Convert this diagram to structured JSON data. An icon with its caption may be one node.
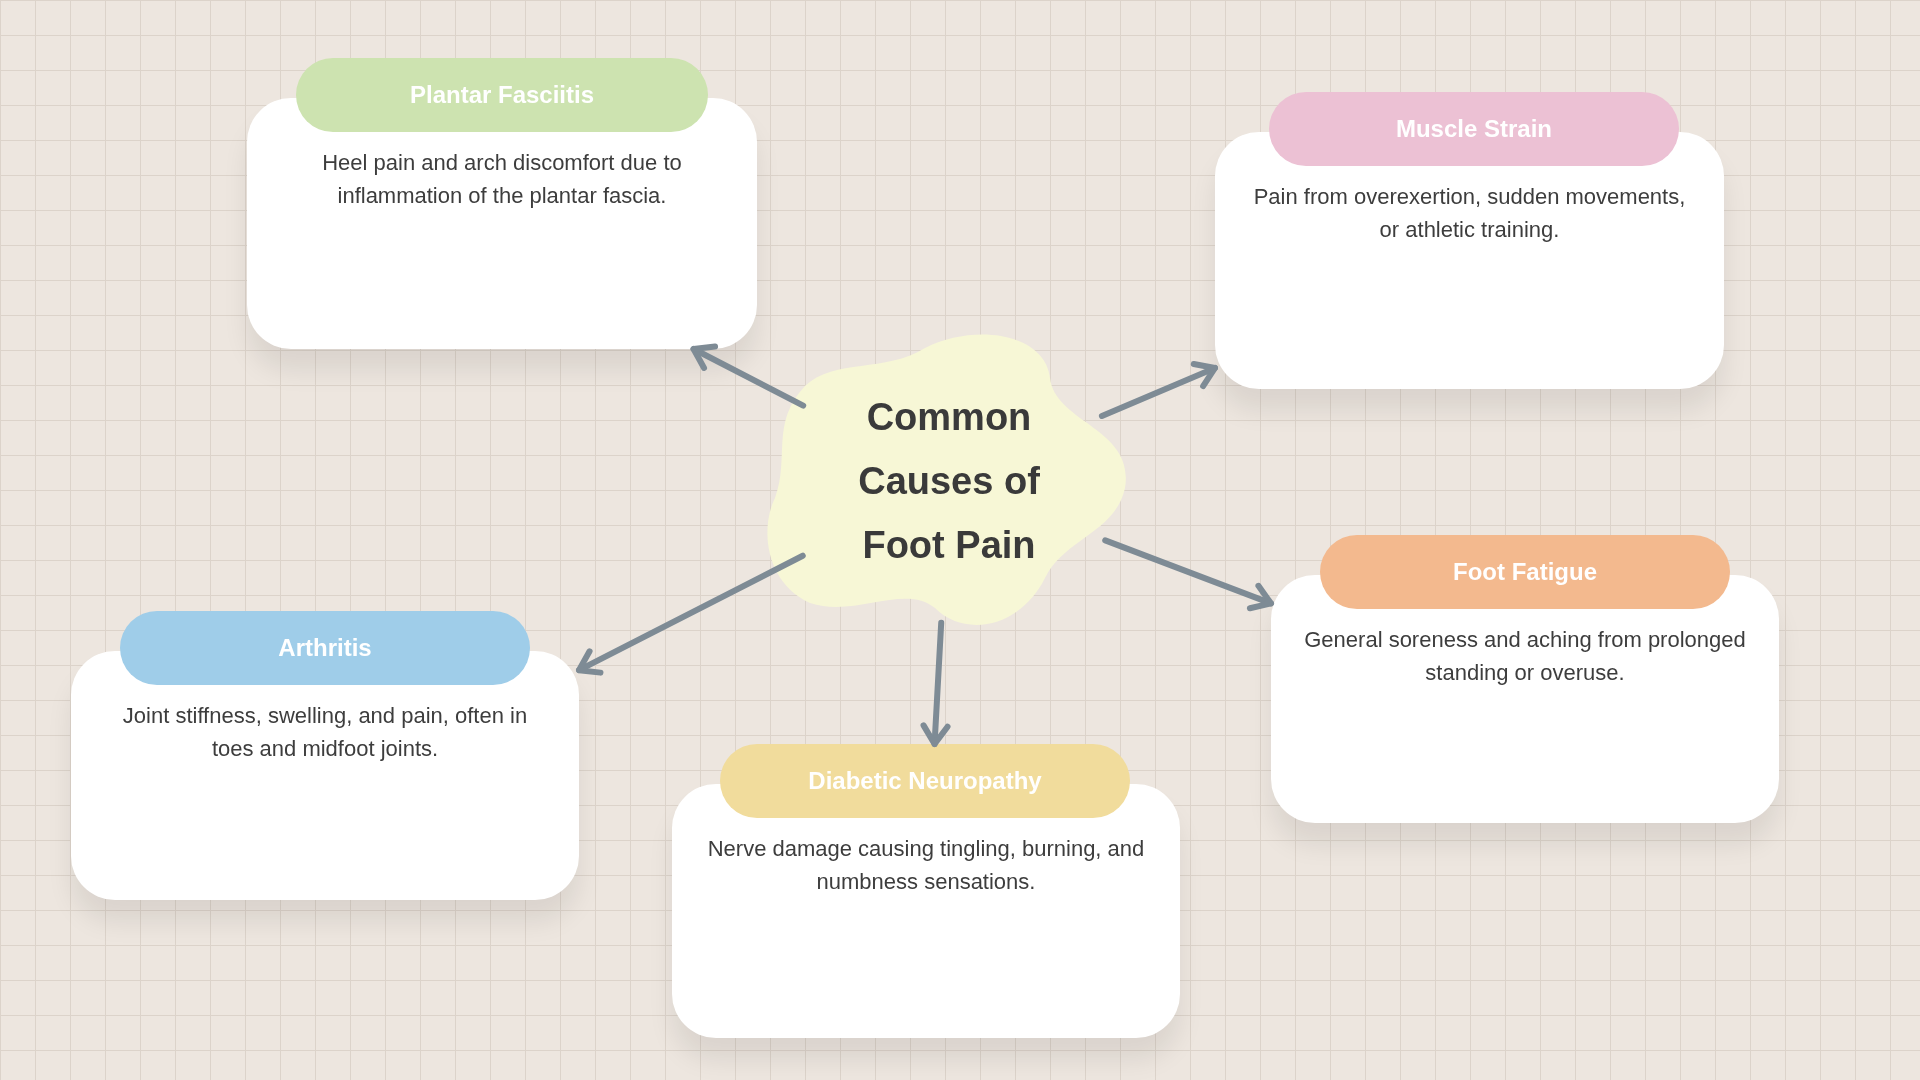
{
  "diagram": {
    "nodes": [
      {
        "text": [
          "Common Causes of Foot Pain"
        ]
      },
      {
        "text": [
          "Plantar Fasciitis",
          "Heel pain and arch discomfort due to inflammation of the plantar fascia."
        ]
      },
      {
        "text": [
          "Muscle Strain",
          "Pain from overexertion, sudden movements, or athletic training."
        ]
      },
      {
        "text": [
          "Foot Fatigue",
          "General soreness and aching from prolonged standing or overuse."
        ]
      },
      {
        "text": [
          "Arthritis",
          "Joint stiffness, swelling, and pain, often in toes and midfoot joints."
        ]
      },
      {
        "text": [
          "Diabetic Neuropathy",
          "Nerve damage causing tingling, burning, and numbness sensations."
        ]
      }
    ],
    "edges": [
      {
        "from": 0,
        "to": 1,
        "arrow": "to"
      },
      {
        "from": 0,
        "to": 2,
        "arrow": "to"
      },
      {
        "from": 0,
        "to": 3,
        "arrow": "to"
      },
      {
        "from": 0,
        "to": 4,
        "arrow": "to"
      },
      {
        "from": 0,
        "to": 5,
        "arrow": "to"
      }
    ]
  }
}
